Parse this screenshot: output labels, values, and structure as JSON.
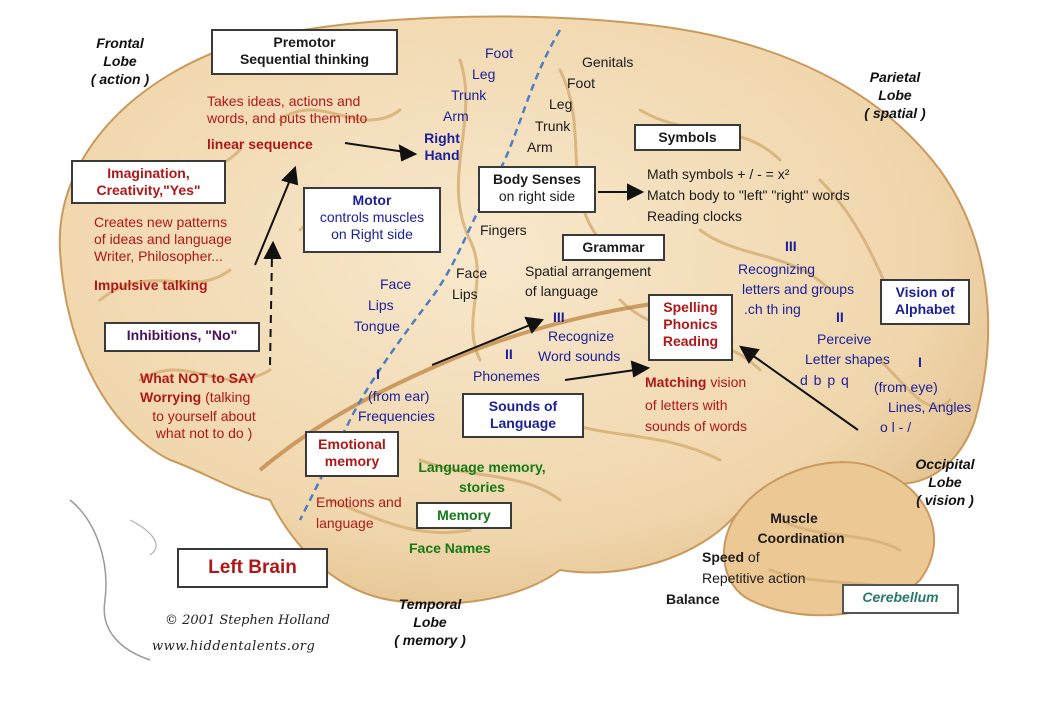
{
  "lobes": {
    "frontal": [
      "Frontal",
      "Lobe",
      "( action )"
    ],
    "parietal": [
      "Parietal",
      "Lobe",
      "( spatial )"
    ],
    "occipital": [
      "Occipital",
      "Lobe",
      "( vision )"
    ],
    "temporal": [
      "Temporal",
      "Lobe",
      "( memory )"
    ]
  },
  "boxes": {
    "premotor": [
      "Premotor",
      "Sequential thinking"
    ],
    "imagination": [
      "Imagination,",
      "Creativity,\"Yes\""
    ],
    "inhibitions": "Inhibitions, \"No\"",
    "motor": [
      "Motor",
      "controls muscles",
      "on Right side"
    ],
    "body_senses": [
      "Body Senses",
      "on right side"
    ],
    "symbols": "Symbols",
    "grammar": "Grammar",
    "spelling": [
      "Spelling",
      "Phonics",
      "Reading"
    ],
    "vision_alphabet": [
      "Vision of",
      "Alphabet"
    ],
    "sounds_language": [
      "Sounds of",
      "Language"
    ],
    "emotional_memory": [
      "Emotional",
      "memory"
    ],
    "memory": "Memory",
    "left_brain": "Left Brain",
    "cerebellum": "Cerebellum"
  },
  "labels": {
    "premotor_desc": [
      "Takes ideas, actions and",
      "words, and puts them into"
    ],
    "linear_sequence": "linear sequence",
    "right_hand": [
      "Right",
      "Hand"
    ],
    "imagination_desc": [
      "Creates new patterns",
      "of ideas and language",
      "Writer, Philosopher..."
    ],
    "impulsive": "Impulsive talking",
    "what_not": "What NOT to SAY",
    "worrying": "Worrying",
    "worrying_rest": "(talking",
    "worrying_desc": [
      "to yourself about",
      "what not to do )"
    ],
    "motor_left": [
      "Foot",
      "Leg",
      "Trunk",
      "Arm"
    ],
    "sensory_right": [
      "Genitals",
      "Foot",
      "Leg",
      "Trunk",
      "Arm"
    ],
    "symbols_desc": [
      "Math symbols  + / - = x²",
      "Match body to \"left\" \"right\" words",
      "Reading clocks"
    ],
    "fingers": "Fingers",
    "grammar_desc": [
      "Spatial arrangement",
      "of language"
    ],
    "face_lips_tongue": [
      "Face",
      "Lips",
      "Tongue"
    ],
    "face_lips": [
      "Face",
      "Lips"
    ],
    "recognize_iii": "III",
    "recognize_desc": [
      "Recognize",
      "Word sounds"
    ],
    "iii_right": "III",
    "recognizing_desc": [
      "Recognizing",
      "letters and groups",
      ".ch  th  ing"
    ],
    "ii_right": "II",
    "perceive_desc": [
      "Perceive",
      "Letter shapes"
    ],
    "letters": "d b  p q",
    "i_right": "I",
    "from_eye": [
      "(from eye)",
      "Lines, Angles",
      "o l - /"
    ],
    "i_left": "I",
    "from_ear": [
      "(from ear)",
      "Frequencies"
    ],
    "ii_left": "II",
    "phonemes": "Phonemes",
    "matching": "Matching",
    "matching_rest": "vision",
    "matching_desc": [
      "of letters with",
      "sounds of words"
    ],
    "language_memory": [
      "Language memory,",
      "stories"
    ],
    "emotions_lang": [
      "Emotions and",
      "language"
    ],
    "face_names": "Face Names",
    "muscle": [
      "Muscle",
      "Coordination"
    ],
    "speed": "Speed",
    "speed_rest": "of",
    "repetitive": "Repetitive action",
    "balance": "Balance",
    "copyright": "© 2001 Stephen Holland",
    "website": "www.hiddentalents.org"
  },
  "colors": {
    "brain_fill": "#f2d9b2",
    "brain_vein": "#d8b27a",
    "fissure": "#4f7ec0",
    "arrow": "#111111",
    "red_text": "#b01818",
    "blue_text": "#1a1f9a",
    "green_text": "#147a14"
  }
}
